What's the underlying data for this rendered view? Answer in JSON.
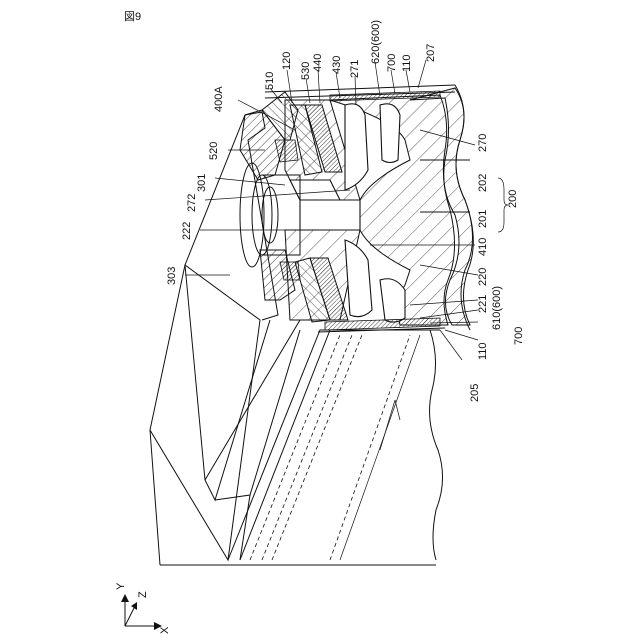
{
  "figure_label": "図9",
  "labels": {
    "l510": "510",
    "l120": "120",
    "l530": "530",
    "l440": "440",
    "l430": "430",
    "l271": "271",
    "l620": "620(600)",
    "l700_top": "700",
    "l110_top": "110",
    "l207": "207",
    "l400A": "400A",
    "l520": "520",
    "l301": "301",
    "l272": "272",
    "l222": "222",
    "l303": "303",
    "l270": "270",
    "l202": "202",
    "l200": "200",
    "l201": "201",
    "l410": "410",
    "l220": "220",
    "l221": "221",
    "l610": "610(600)",
    "l700_bot": "700",
    "l110_bot": "110",
    "l205": "205"
  },
  "axes": {
    "y": "Y",
    "z": "Z",
    "x": "X"
  }
}
